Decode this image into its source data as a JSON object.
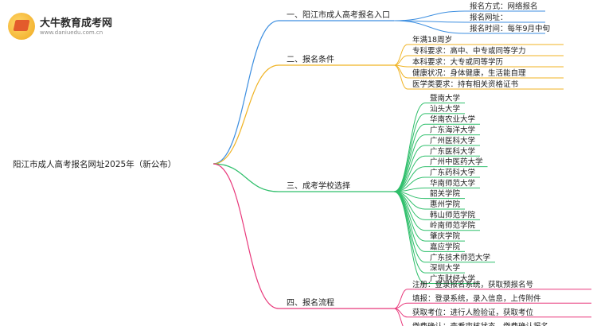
{
  "brand": {
    "title": "大牛教育成考网",
    "url": "www.daniuedu.com.cn"
  },
  "root": {
    "label": "阳江市成人高考报名网址2025年（新公布）"
  },
  "branches": [
    {
      "label": "一、阳江市成人高考报名入口",
      "color": "#3c8ee0",
      "items": [
        "报名方式：网络报名",
        "报名网址：",
        "报名时间：每年9月中旬"
      ]
    },
    {
      "label": "二、报名条件",
      "color": "#f0b323",
      "items": [
        "年满18周岁",
        "专科要求：高中、中专或同等学力",
        "本科要求：大专或同等学历",
        "健康状况：身体健康，生活能自理",
        "医学类要求：持有相关资格证书"
      ]
    },
    {
      "label": "三、成考学校选择",
      "color": "#2fbf6b",
      "items": [
        "暨南大学",
        "汕头大学",
        "华南农业大学",
        "广东海洋大学",
        "广州医科大学",
        "广东医科大学",
        "广州中医药大学",
        "广东药科大学",
        "华南师范大学",
        "韶关学院",
        "惠州学院",
        "韩山师范学院",
        "岭南师范学院",
        "肇庆学院",
        "嘉应学院",
        "广东技术师范大学",
        "深圳大学",
        "广东财经大学"
      ]
    },
    {
      "label": "四、报名流程",
      "color": "#e8377a",
      "items": [
        "注册：登录报名系统，获取预报名号",
        "填报：登录系统，录入信息，上传附件",
        "获取考位：进行人脸验证，获取考位",
        "缴费确认：查看审核状态，缴费确认报名"
      ]
    }
  ]
}
